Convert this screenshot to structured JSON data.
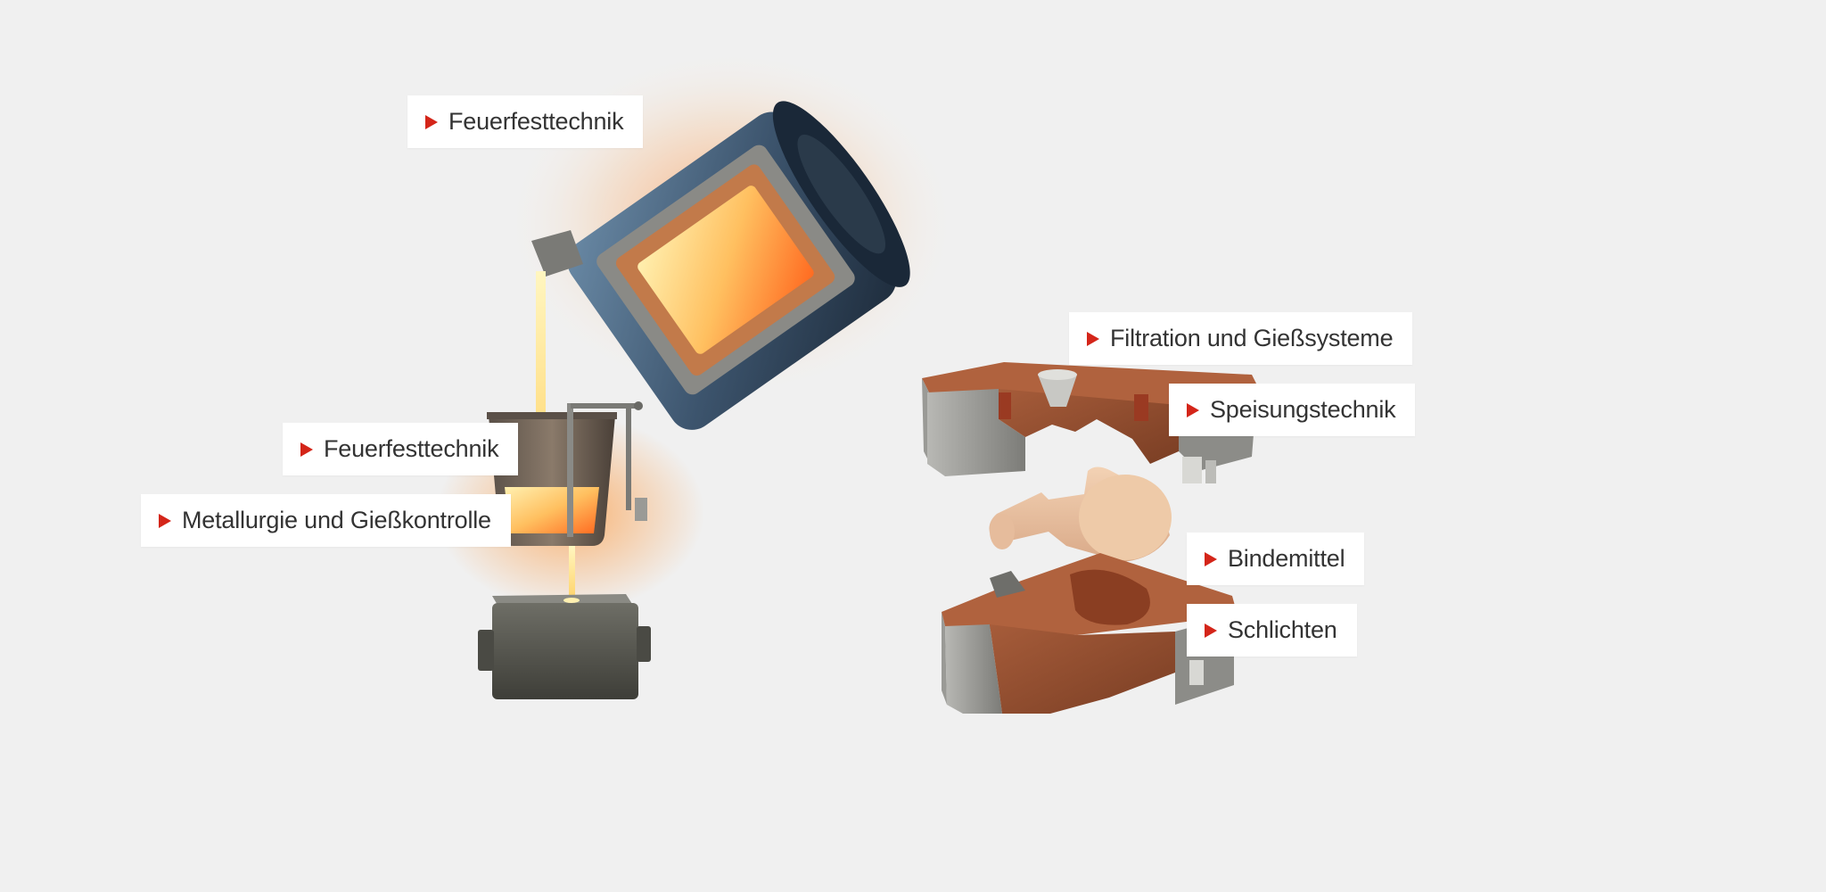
{
  "hotspots": [
    {
      "id": "feuerfest-top",
      "label": "Feuerfesttechnik"
    },
    {
      "id": "feuerfest-ladle",
      "label": "Feuerfesttechnik"
    },
    {
      "id": "metallurgie",
      "label": "Metallurgie und Gießkontrolle"
    },
    {
      "id": "filtration",
      "label": "Filtration und Gießsysteme"
    },
    {
      "id": "speisung",
      "label": "Speisungstechnik"
    },
    {
      "id": "bindemittel",
      "label": "Bindemittel"
    },
    {
      "id": "schlichten",
      "label": "Schlichten"
    }
  ],
  "colors": {
    "background": "#f0f0f0",
    "accent": "#d42519",
    "label_text": "#333333",
    "furnace_shell": "#3d556e",
    "mold_sand": "#8a4a30",
    "core": "#e8c0a0",
    "molten_metal": "#ffb347"
  },
  "icons": {
    "hotspot_marker": "triangle-right-icon"
  }
}
